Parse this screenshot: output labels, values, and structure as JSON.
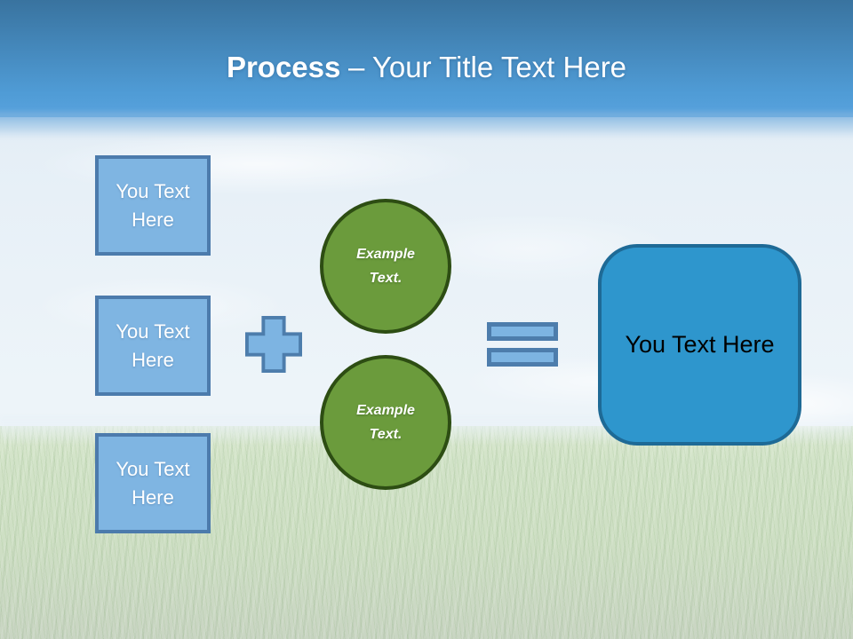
{
  "title": {
    "bold": "Process",
    "rest": "– Your Title Text Here"
  },
  "left_boxes": [
    {
      "label": "You Text Here"
    },
    {
      "label": "You Text Here"
    },
    {
      "label": "You Text Here"
    }
  ],
  "operators": {
    "plus": "plus-sign",
    "equals": "equals-sign"
  },
  "circles": [
    {
      "label": "Example Text."
    },
    {
      "label": "Example Text."
    }
  ],
  "result_box": {
    "label": "You Text Here"
  },
  "colors": {
    "title_band_top": "#39739f",
    "title_band_bottom": "#58a3de",
    "title_text": "#ffffff",
    "box_fill": "#7fb5e2",
    "box_border": "#4c7bac",
    "operator_fill": "#7db4e2",
    "operator_border": "#4d7dac",
    "circle_fill": "#6b9b3c",
    "circle_border": "#2d4d13",
    "result_fill": "#2e96cd",
    "result_border": "#1e6a96",
    "result_text": "#000000",
    "sky": "#e8f1f8",
    "grass": "#d2e3c8"
  }
}
